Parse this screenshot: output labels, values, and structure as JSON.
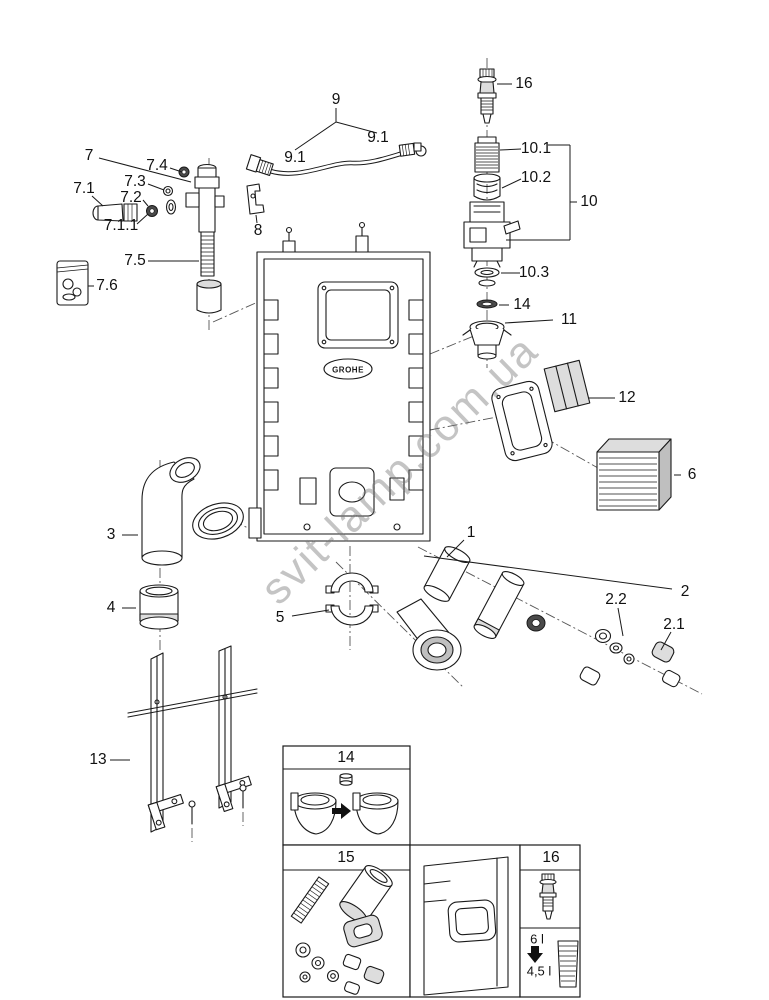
{
  "document": {
    "type": "exploded-parts-diagram",
    "brand": "GROHE"
  },
  "watermark": {
    "text": "svit-lamp.com.ua"
  },
  "brand_logo": "GROHE",
  "part_labels": {
    "p1": "1",
    "p2": "2",
    "p2_1": "2.1",
    "p2_2": "2.2",
    "p3": "3",
    "p4": "4",
    "p5": "5",
    "p6": "6",
    "p7": "7",
    "p7_1": "7.1",
    "p7_1_1": "7.1.1",
    "p7_2": "7.2",
    "p7_3": "7.3",
    "p7_4": "7.4",
    "p7_5": "7.5",
    "p7_6": "7.6",
    "p8": "8",
    "p9": "9",
    "p9_1a": "9.1",
    "p9_1b": "9.1",
    "p10": "10",
    "p10_1": "10.1",
    "p10_2": "10.2",
    "p10_3": "10.3",
    "p11": "11",
    "p12": "12",
    "p13": "13",
    "p14": "14",
    "p16": "16"
  },
  "insets": {
    "box14": {
      "label": "14"
    },
    "box15": {
      "label": "15"
    },
    "box16": {
      "label": "16"
    },
    "volume": {
      "from": "6 l",
      "to": "4,5 l"
    }
  }
}
